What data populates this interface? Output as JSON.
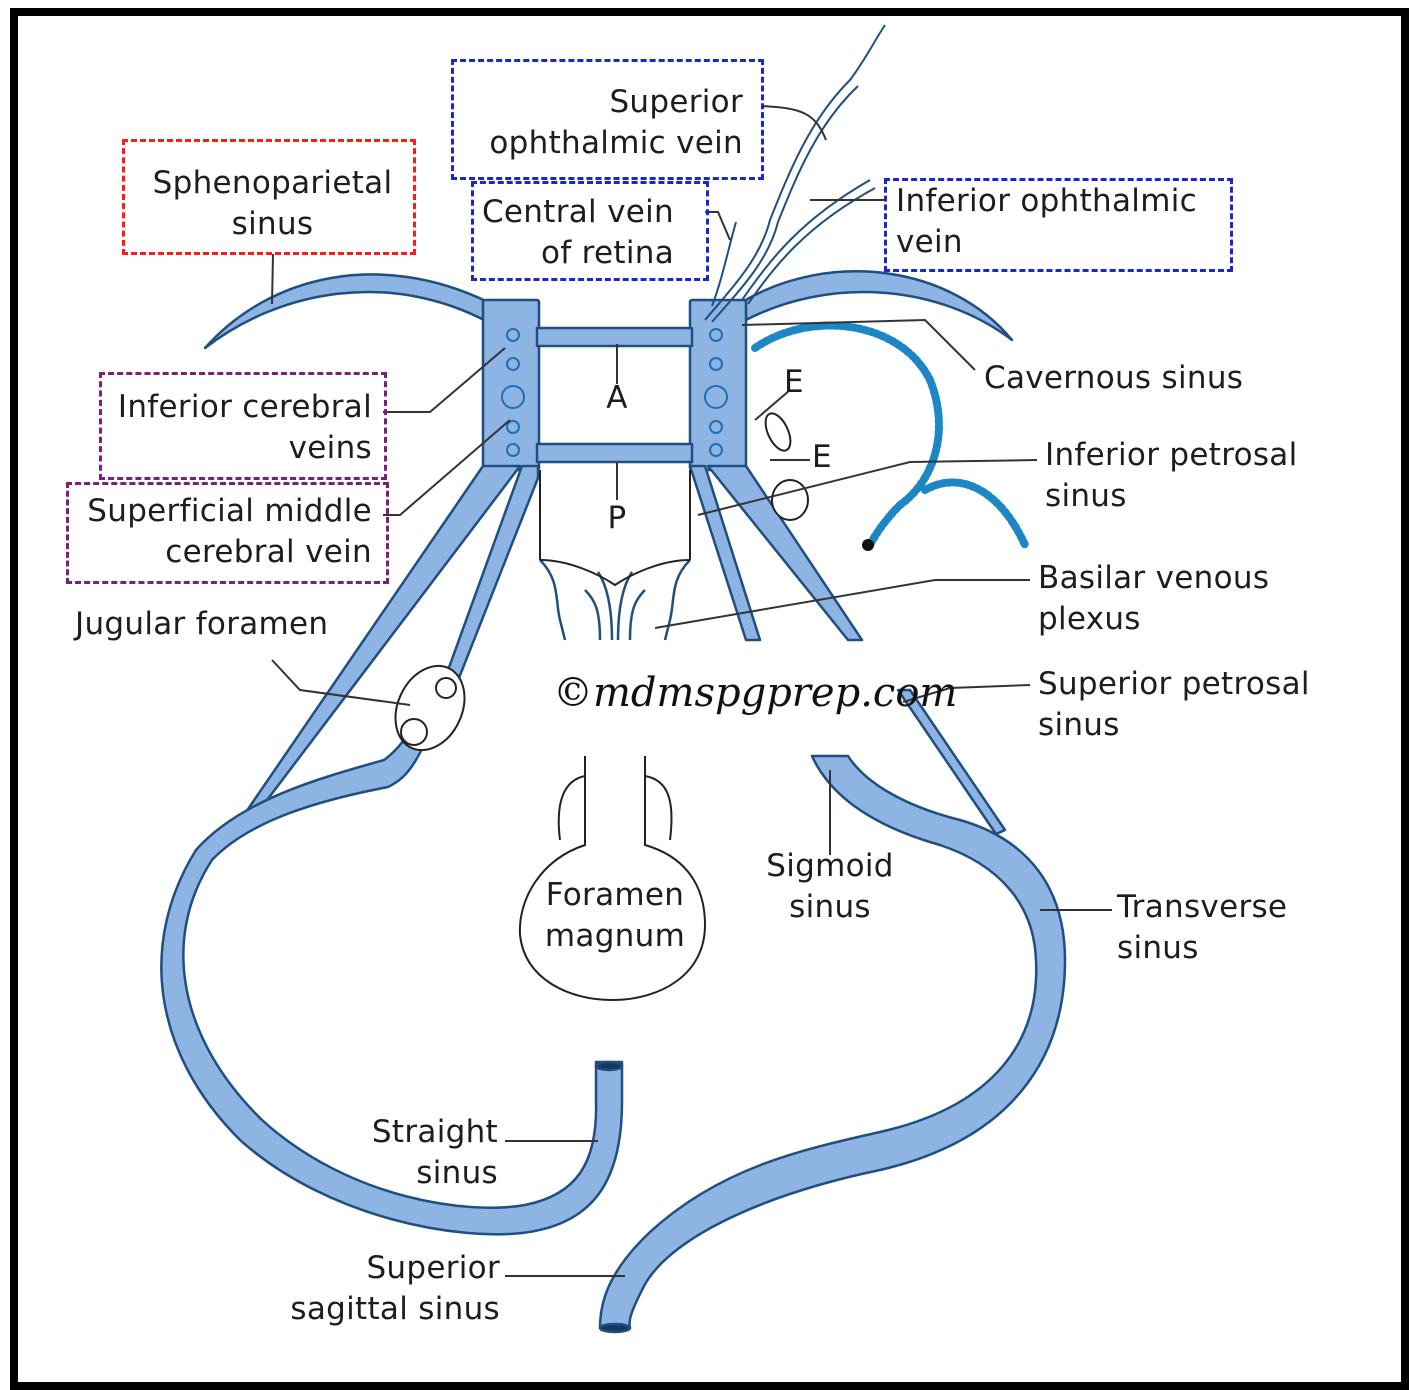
{
  "colors": {
    "sinus_fill": "#8eb4e3",
    "sinus_stroke": "#1f4f80",
    "dashed_red": "#ff1a1a",
    "dashed_blue": "#1a28c8",
    "dashed_purple": "#7a1f7a",
    "basilar_dots": "#1d86c4",
    "line": "#222222"
  },
  "labels": {
    "sphenoparietal": [
      "Sphenoparietal",
      "sinus"
    ],
    "superior_ophthalmic": [
      "Superior",
      "ophthalmic vein"
    ],
    "central_vein": [
      "Central vein",
      "of retina"
    ],
    "inferior_ophthalmic": [
      "Inferior ophthalmic",
      "vein"
    ],
    "inferior_cerebral": [
      "Inferior cerebral",
      "veins"
    ],
    "superficial_middle": [
      "Superficial middle",
      "cerebral vein"
    ],
    "cavernous": "Cavernous sinus",
    "inferior_petrosal": [
      "Inferior petrosal",
      "sinus"
    ],
    "basilar": [
      "Basilar venous",
      "plexus"
    ],
    "jugular": "Jugular foramen",
    "superior_petrosal": [
      "Superior petrosal",
      "sinus"
    ],
    "sigmoid": [
      "Sigmoid",
      "sinus"
    ],
    "foramen_magnum": [
      "Foramen",
      "magnum"
    ],
    "transverse": [
      "Transverse",
      "sinus"
    ],
    "straight": [
      "Straight",
      "sinus"
    ],
    "superior_sagittal": [
      "Superior",
      "sagittal sinus"
    ],
    "anterior_letter": "A",
    "posterior_letter": "P",
    "e_upper": "E",
    "e_lower": "E"
  },
  "watermark": "©mdmspgprep.com"
}
